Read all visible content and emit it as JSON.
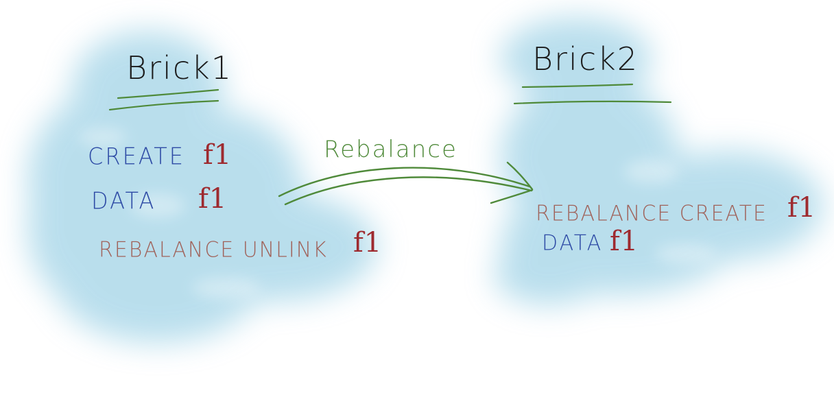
{
  "colors": {
    "cloud": "#8fcbe2",
    "create_data": "#2d4aa5",
    "rebalance_ops": "#a0625a",
    "file_name": "#9e2a2f",
    "title": "#1b1b1b",
    "arrow": "#4f8a3a"
  },
  "brick1": {
    "title": "Brick1",
    "ops": [
      {
        "op": "CREATE",
        "file": "f1"
      },
      {
        "op": "DATA",
        "file": "f1"
      },
      {
        "op": "REBALANCE UNLINK",
        "file": "f1"
      }
    ]
  },
  "arrow": {
    "label": "Rebalance"
  },
  "brick2": {
    "title": "Brick2",
    "ops": [
      {
        "op": "REBALANCE CREATE",
        "file": "f1"
      },
      {
        "op": "DATA",
        "file": "f1"
      }
    ]
  }
}
